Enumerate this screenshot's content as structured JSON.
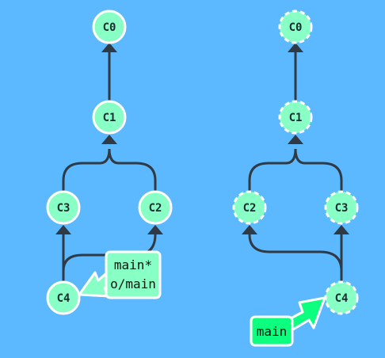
{
  "colors": {
    "background": "#5cb8ff",
    "commit_fill": "#88ffc4",
    "edge": "#2f3a45",
    "local_branch_fill": "#0dff80",
    "remote_label_fill": "#88ffc4",
    "arrow_fill": "#88ffc4",
    "local_arrow_fill": "#0dff80"
  },
  "left_graph": {
    "commits": [
      {
        "id": "c0",
        "label": "C0"
      },
      {
        "id": "c1",
        "label": "C1"
      },
      {
        "id": "c3",
        "label": "C3"
      },
      {
        "id": "c2",
        "label": "C2"
      },
      {
        "id": "c4",
        "label": "C4"
      }
    ],
    "branch_label": {
      "line1": "main*",
      "line2": "o/main"
    }
  },
  "right_graph": {
    "commits": [
      {
        "id": "c0",
        "label": "C0"
      },
      {
        "id": "c1",
        "label": "C1"
      },
      {
        "id": "c2",
        "label": "C2"
      },
      {
        "id": "c3",
        "label": "C3"
      },
      {
        "id": "c4",
        "label": "C4"
      }
    ],
    "branch_label": {
      "line1": "main"
    }
  }
}
